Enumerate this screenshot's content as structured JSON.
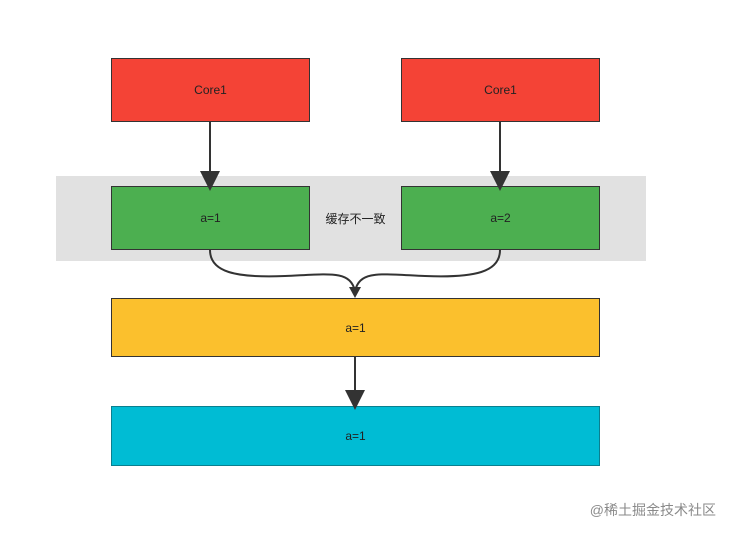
{
  "diagram": {
    "top_row": [
      {
        "label": "Core1"
      },
      {
        "label": "Core1"
      }
    ],
    "cache_row": [
      {
        "label": "a=1"
      },
      {
        "label": "a=2"
      }
    ],
    "cache_note": "缓存不一致",
    "memory": {
      "label": "a=1"
    },
    "storage": {
      "label": "a=1"
    },
    "watermark": "@稀土掘金技术社区",
    "colors": {
      "core": "#f44336",
      "cache": "#4caf50",
      "memory": "#fbc02d",
      "storage": "#00bcd4",
      "band": "#e1e1e1",
      "line": "#333333"
    }
  }
}
